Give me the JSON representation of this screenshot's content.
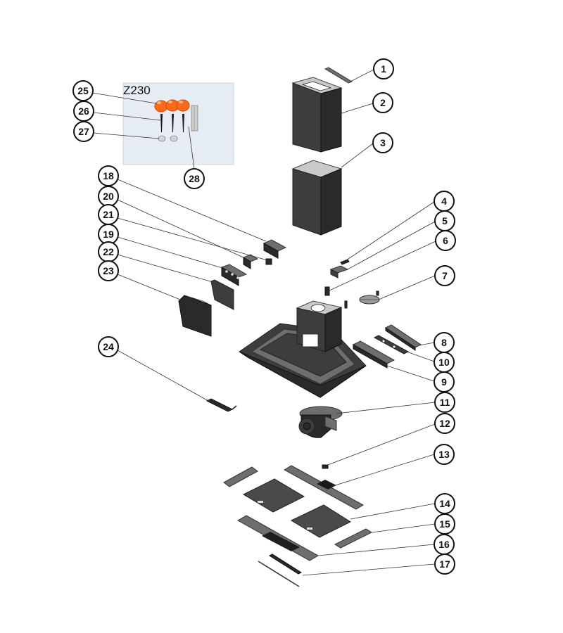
{
  "diagram": {
    "model_label": "Z230",
    "callouts": [
      "1",
      "2",
      "3",
      "4",
      "5",
      "6",
      "7",
      "8",
      "9",
      "10",
      "11",
      "12",
      "13",
      "14",
      "15",
      "16",
      "17",
      "18",
      "19",
      "20",
      "21",
      "22",
      "23",
      "24",
      "25",
      "26",
      "27",
      "28"
    ],
    "colors": {
      "photo_background": "#e6ecf4",
      "knob_orange": "#ff6a1a",
      "metal_dark": "#3d3d3d",
      "outline": "#111111"
    }
  }
}
